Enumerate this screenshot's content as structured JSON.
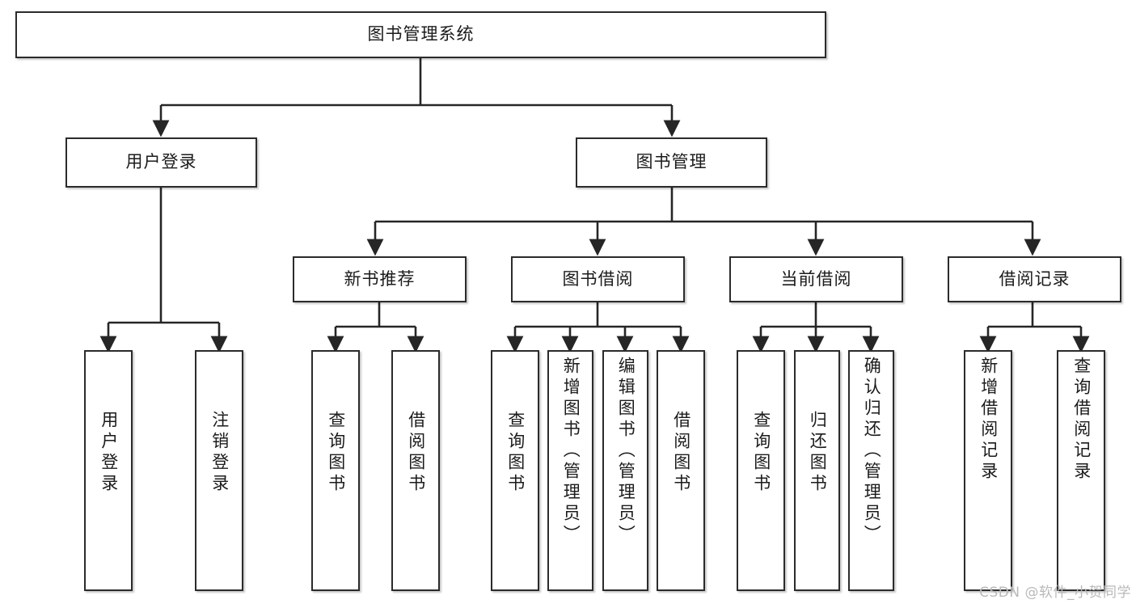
{
  "diagram": {
    "title": "图书管理系统",
    "type": "tree-hierarchy-chart",
    "watermark": "CSDN @软件_小贺同学",
    "colors": {
      "box_border": "#2b2b2b",
      "box_fill": "#ffffff",
      "edge": "#262626",
      "text": "#1b1b1b",
      "watermark": "#b9b9b9"
    }
  },
  "root": {
    "label": "图书管理系统"
  },
  "level2": [
    {
      "label": "用户登录"
    },
    {
      "label": "图书管理"
    }
  ],
  "level3": [
    {
      "label": "新书推荐"
    },
    {
      "label": "图书借阅"
    },
    {
      "label": "当前借阅"
    },
    {
      "label": "借阅记录"
    }
  ],
  "leaves": {
    "user_login": [
      {
        "label": "用户登录"
      },
      {
        "label": "注销登录"
      }
    ],
    "new_book_recommend": [
      {
        "label": "查询图书"
      },
      {
        "label": "借阅图书"
      }
    ],
    "book_borrow": [
      {
        "label": "查询图书"
      },
      {
        "label": "新增图书（管理员）"
      },
      {
        "label": "编辑图书（管理员）"
      },
      {
        "label": "借阅图书"
      }
    ],
    "current_borrow": [
      {
        "label": "查询图书"
      },
      {
        "label": "归还图书"
      },
      {
        "label": "确认归还（管理员）"
      }
    ],
    "borrow_record": [
      {
        "label": "新增借阅记录"
      },
      {
        "label": "查询借阅记录"
      }
    ]
  }
}
